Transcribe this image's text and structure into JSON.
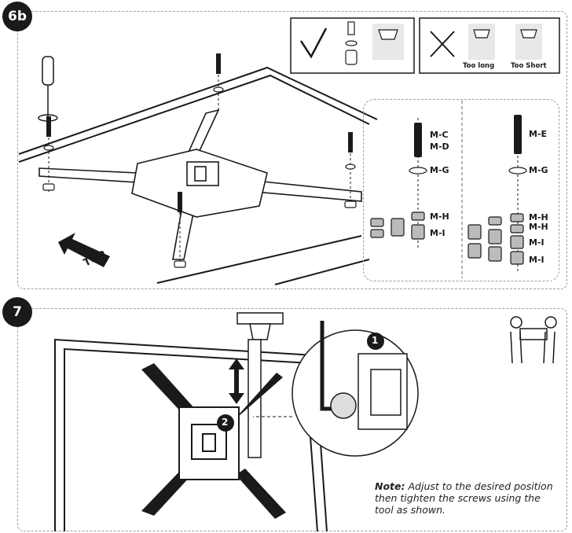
{
  "steps": {
    "step_a": "6b",
    "step_b": "7"
  },
  "screw_check": {
    "wrong_labels": [
      "Too long",
      "Too Short"
    ]
  },
  "direction_label": "TOP",
  "hardware_left": {
    "screw_labels": [
      "M-C",
      "M-D"
    ],
    "washer_label": "M-G",
    "spacer_labels": [
      "M-H",
      "M-I"
    ]
  },
  "hardware_right": {
    "screw_label": "M-E",
    "washer_label": "M-G",
    "spacer_labels": [
      "M-H",
      "M-H",
      "M-I",
      "M-I"
    ]
  },
  "callouts": [
    "1",
    "2"
  ],
  "note": {
    "prefix": "Note:",
    "text": " Adjust to the desired position then tighten the screws using the tool as shown."
  }
}
